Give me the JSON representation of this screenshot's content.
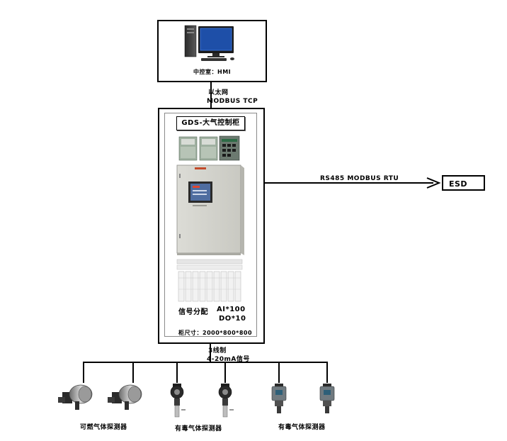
{
  "hmi": {
    "label": "中控室：HMI"
  },
  "link_hmi": {
    "line1": "以太网",
    "line2": "MODBUS TCP"
  },
  "cabinet": {
    "title": "GDS-大气控制柜",
    "signal_label": "信号分配",
    "io_line1": "AI*100",
    "io_line2": "DO*10",
    "size_label": "柜尺寸：2000*800*800"
  },
  "link_esd": {
    "label": "RS485 MODBUS RTU"
  },
  "esd": {
    "label": "ESD"
  },
  "bus": {
    "line1": "3线制",
    "line2": "4-20mA信号"
  },
  "detector_groups": [
    {
      "label": "可燃气体探测器",
      "icon": "combustible-gas-detector-icon"
    },
    {
      "label": "有毒气体探测器",
      "icon": "toxic-gas-detector-icon"
    },
    {
      "label": "有毒气体探测器",
      "icon": "toxic-gas-display-detector-icon"
    }
  ]
}
